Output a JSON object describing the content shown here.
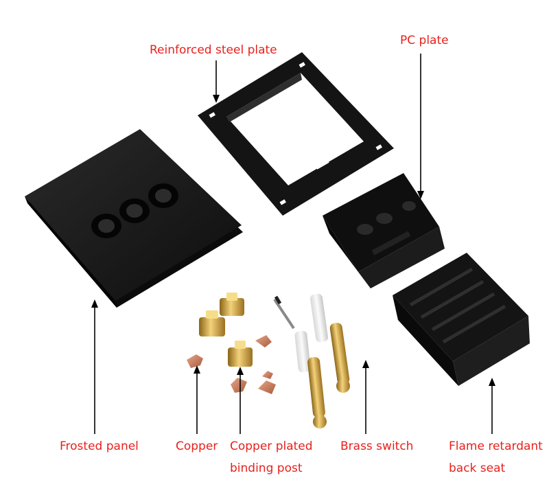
{
  "labels": {
    "reinforced_steel_plate": "Reinforced steel plate",
    "pc_plate": "PC plate",
    "frosted_panel": "Frosted panel",
    "copper": "Copper",
    "copper_plated_line1": "Copper plated",
    "copper_plated_line2": "binding post",
    "brass_switch": "Brass switch",
    "flame_line1": "Flame retardant",
    "flame_line2": "back seat"
  },
  "colors": {
    "label_text": "#e8201c",
    "arrow": "#000000",
    "background": "#ffffff",
    "part_black": "#161616",
    "brass": "#d4a53c",
    "copper": "#c97a5a"
  }
}
